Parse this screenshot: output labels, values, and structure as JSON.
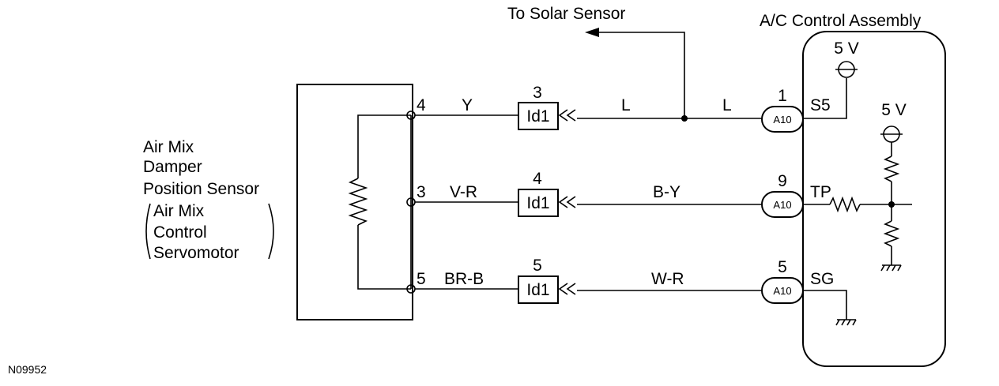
{
  "figure_id": "N09952",
  "solar_sensor_label": "To Solar Sensor",
  "control_assembly_label": "A/C Control Assembly",
  "sensor_block": {
    "name_lines": [
      "Air Mix",
      "Damper",
      "Position Sensor"
    ],
    "note_lines": [
      "Air Mix",
      "Control",
      "Servomotor"
    ]
  },
  "connector_id": "Id1",
  "ecu_connector_id": "A10",
  "voltage_label": "5 V",
  "circuits": [
    {
      "sensor_pin": "4",
      "wire_sensor_side": "Y",
      "id_pin": "3",
      "wire_ecu_side": "L",
      "wire_ecu_side_2": "L",
      "ecu_pin": "1",
      "terminal": "S5"
    },
    {
      "sensor_pin": "3",
      "wire_sensor_side": "V-R",
      "id_pin": "4",
      "wire_ecu_side": "B-Y",
      "ecu_pin": "9",
      "terminal": "TP"
    },
    {
      "sensor_pin": "5",
      "wire_sensor_side": "BR-B",
      "id_pin": "5",
      "wire_ecu_side": "W-R",
      "ecu_pin": "5",
      "terminal": "SG"
    }
  ]
}
